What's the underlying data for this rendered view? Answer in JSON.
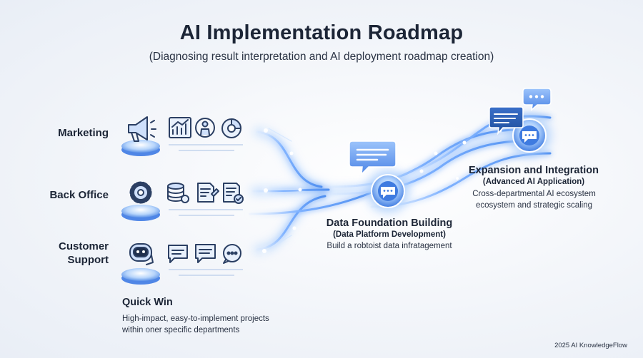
{
  "header": {
    "title": "AI Implementation Roadmap",
    "subtitle": "(Diagnosing result interpretation and AI deployment roadmap creation)"
  },
  "departments": [
    {
      "label": "Marketing",
      "icons": [
        "megaphone-icon",
        "growth-chart-icon",
        "person-icon",
        "pie-chart-icon"
      ]
    },
    {
      "label": "Back Office",
      "icons": [
        "gear-icon",
        "database-gear-icon",
        "document-edit-icon",
        "document-check-icon"
      ]
    },
    {
      "label": "Customer Support",
      "icons": [
        "chatbot-icon",
        "chat-bubble-icon",
        "message-icon",
        "chat-dots-icon"
      ]
    }
  ],
  "quick_win": {
    "title": "Quick Win",
    "description": "High-impact, easy-to-implement projects within oner specific departments"
  },
  "data_foundation": {
    "title": "Data Foundation Building",
    "subtitle": "(Data Platform Development)",
    "description": "Build a robtoist data infratagement"
  },
  "expansion": {
    "title": "Expansion and Integration",
    "subtitle": "(Advanced AI Application)",
    "description": "Cross-departmental AI ecosystem ecosystem and strategic scaling"
  },
  "footer": {
    "text": "2025 AI KnowledgeFlow"
  },
  "colors": {
    "accent": "#3f7be0",
    "accent_dark": "#1f4f9c",
    "glow": "#8fc2ff",
    "icon_stroke": "#2b3f63"
  }
}
